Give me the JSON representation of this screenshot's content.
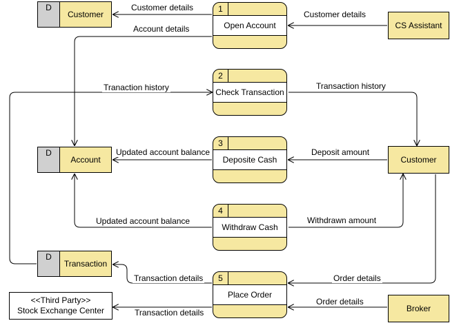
{
  "processes": [
    {
      "num": "1",
      "name": "Open Account"
    },
    {
      "num": "2",
      "name": "Check Transaction"
    },
    {
      "num": "3",
      "name": "Deposite Cash"
    },
    {
      "num": "4",
      "name": "Withdraw Cash"
    },
    {
      "num": "5",
      "name": "Place Order"
    }
  ],
  "stores": [
    {
      "id": "D",
      "name": "Customer"
    },
    {
      "id": "D",
      "name": "Account"
    },
    {
      "id": "D",
      "name": "Transaction"
    }
  ],
  "entities": {
    "cs_assistant": "CS Assistant",
    "customer": "Customer",
    "broker": "Broker",
    "third_party_stereotype": "<<Third Party>>",
    "third_party_name": "Stock Exchange Center"
  },
  "flows": {
    "open_to_customer_store": "Customer details",
    "cs_to_open": "Customer details",
    "open_to_account": "Account details",
    "transaction_to_check": "Tranaction history",
    "check_to_customer": "Transaction history",
    "deposit_to_account": "Updated account balance",
    "customer_to_deposit": "Deposit amount",
    "withdraw_to_account": "Updated account balance",
    "withdraw_to_customer": "Withdrawn amount",
    "order_to_transaction": "Transaction details",
    "customer_to_order": "Order details",
    "order_to_third_party": "Transaction details",
    "broker_to_order": "Order details"
  }
}
